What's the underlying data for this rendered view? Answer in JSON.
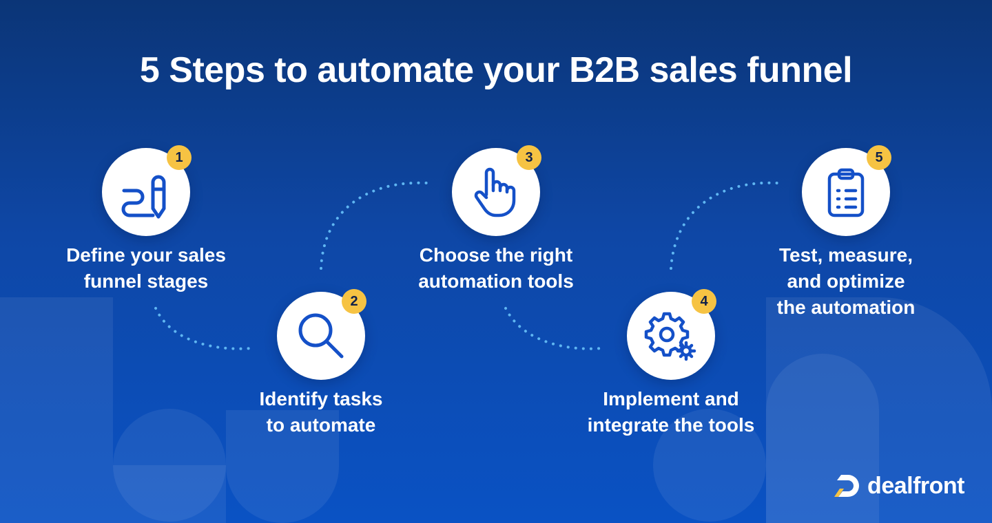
{
  "title": "5 Steps to automate your B2B sales funnel",
  "colors": {
    "background_top": "#0b3577",
    "background_bottom": "#0a52c4",
    "icon_blue": "#1450c8",
    "badge_yellow": "#f6c343",
    "dotted_line": "#5fb6f2"
  },
  "steps": [
    {
      "number": "1",
      "label": "Define your sales\nfunnel stages",
      "icon": "pencil-path-icon"
    },
    {
      "number": "2",
      "label": "Identify tasks\nto automate",
      "icon": "magnifier-icon"
    },
    {
      "number": "3",
      "label": "Choose the right\nautomation tools",
      "icon": "pointing-hand-icon"
    },
    {
      "number": "4",
      "label": "Implement and\nintegrate the tools",
      "icon": "gears-icon"
    },
    {
      "number": "5",
      "label": "Test, measure,\nand optimize\nthe automation",
      "icon": "clipboard-icon"
    }
  ],
  "brand": {
    "name": "dealfront",
    "icon": "dealfront-logo-icon"
  }
}
